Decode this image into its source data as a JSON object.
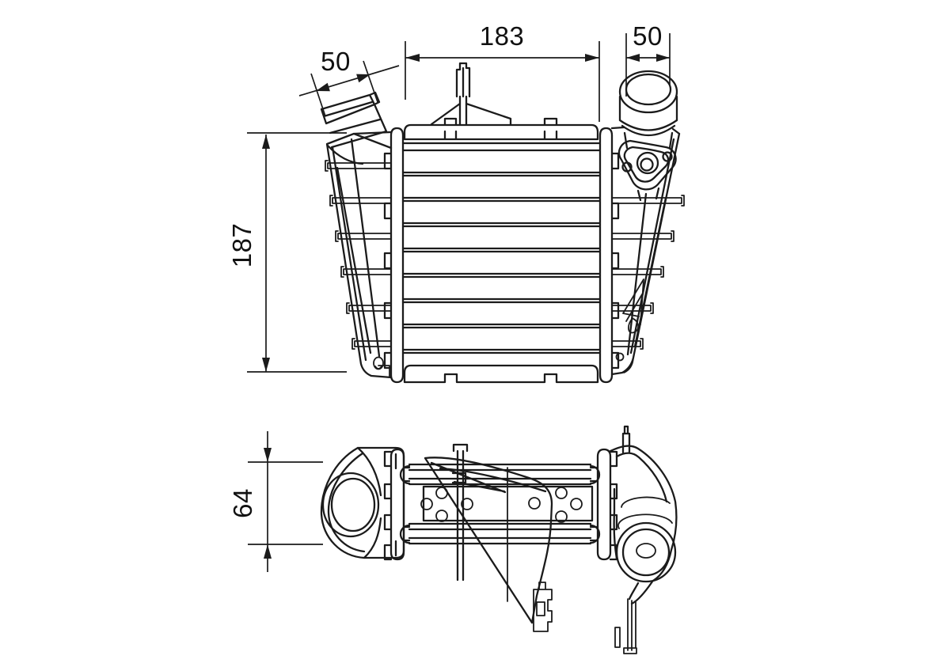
{
  "drawing": {
    "background_color": "#ffffff",
    "line_color": "#1b1b1b",
    "dimensions": {
      "core_width": "183",
      "right_port_diameter": "50",
      "left_port_diameter": "50",
      "core_height": "187",
      "core_depth": "64"
    }
  }
}
